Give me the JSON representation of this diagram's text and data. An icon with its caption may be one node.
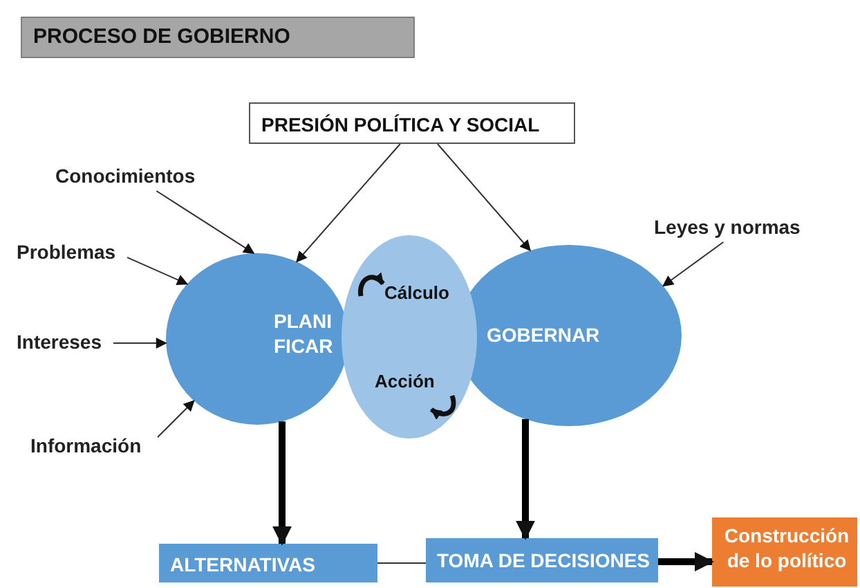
{
  "diagram": {
    "title": "PROCESO DE GOBIERNO",
    "nodes": [
      {
        "text": [
          "PRESIÓN POLÍTICA Y SOCIAL"
        ]
      },
      {
        "text": [
          "Conocimientos"
        ]
      },
      {
        "text": [
          "Problemas"
        ]
      },
      {
        "text": [
          "Intereses"
        ]
      },
      {
        "text": [
          "Información"
        ]
      },
      {
        "text": [
          "Leyes y normas"
        ]
      },
      {
        "text": [
          "PLANI FICAR"
        ]
      },
      {
        "text": [
          "GOBERNAR"
        ]
      },
      {
        "text": [
          "Cálculo",
          "Acción"
        ]
      },
      {
        "text": [
          "ALTERNATIVAS"
        ]
      },
      {
        "text": [
          "TOMA DE DECISIONES"
        ]
      },
      {
        "text": [
          "Construcción de lo político"
        ]
      }
    ],
    "edges": [
      {
        "from": 0,
        "to": 6,
        "arrow": "to"
      },
      {
        "from": 0,
        "to": 7,
        "arrow": "to"
      },
      {
        "from": 1,
        "to": 6,
        "arrow": "to"
      },
      {
        "from": 2,
        "to": 6,
        "arrow": "to"
      },
      {
        "from": 3,
        "to": 6,
        "arrow": "to"
      },
      {
        "from": 4,
        "to": 6,
        "arrow": "to"
      },
      {
        "from": 5,
        "to": 7,
        "arrow": "to"
      },
      {
        "from": 6,
        "to": 9,
        "arrow": "to",
        "style": "thick"
      },
      {
        "from": 7,
        "to": 10,
        "arrow": "to",
        "style": "thick"
      },
      {
        "from": 9,
        "to": 10,
        "arrow": "none"
      },
      {
        "from": 10,
        "to": 11,
        "arrow": "to",
        "style": "thick"
      }
    ]
  }
}
